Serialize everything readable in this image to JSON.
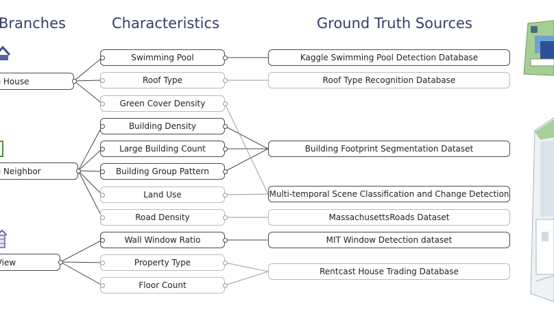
{
  "headers": {
    "branches": "Branches",
    "characteristics": "Characteristics",
    "sources": "Ground Truth Sources"
  },
  "branches": [
    {
      "label": "llite House"
    },
    {
      "label": "llite Neighbor"
    },
    {
      "label": "et-View"
    }
  ],
  "characteristics": [
    {
      "label": "Swimming Pool"
    },
    {
      "label": "Roof Type"
    },
    {
      "label": "Green Cover Density"
    },
    {
      "label": "Building Density"
    },
    {
      "label": "Large Building Count"
    },
    {
      "label": "Building Group Pattern"
    },
    {
      "label": "Land Use"
    },
    {
      "label": "Road Density"
    },
    {
      "label": "Wall Window Ratio"
    },
    {
      "label": "Property Type"
    },
    {
      "label": "Floor Count"
    }
  ],
  "sources": [
    {
      "label": "Kaggle Swimming Pool Detection Database"
    },
    {
      "label": "Roof Type Recognition Database"
    },
    {
      "label": "Building Footprint Segmentation Dataset"
    },
    {
      "label": "Multi-temporal Scene Classification and Change Detection"
    },
    {
      "label": "MassachusettsRoads Dataset"
    },
    {
      "label": "MIT Window Detection dataset"
    },
    {
      "label": "Rentcast House Trading Database"
    }
  ],
  "colors": {
    "header": "#333d6b",
    "line_dark": "#444444",
    "line_light": "#9fb39f",
    "house_icon": "#3c4b8a",
    "neighbor_icon": "#4f8f3a",
    "street_icon": "#5b5fa8"
  },
  "icons": [
    "house-icon",
    "neighborhood-icon",
    "street-view-icon",
    "satellite-map-icon",
    "street-scene-icon"
  ]
}
